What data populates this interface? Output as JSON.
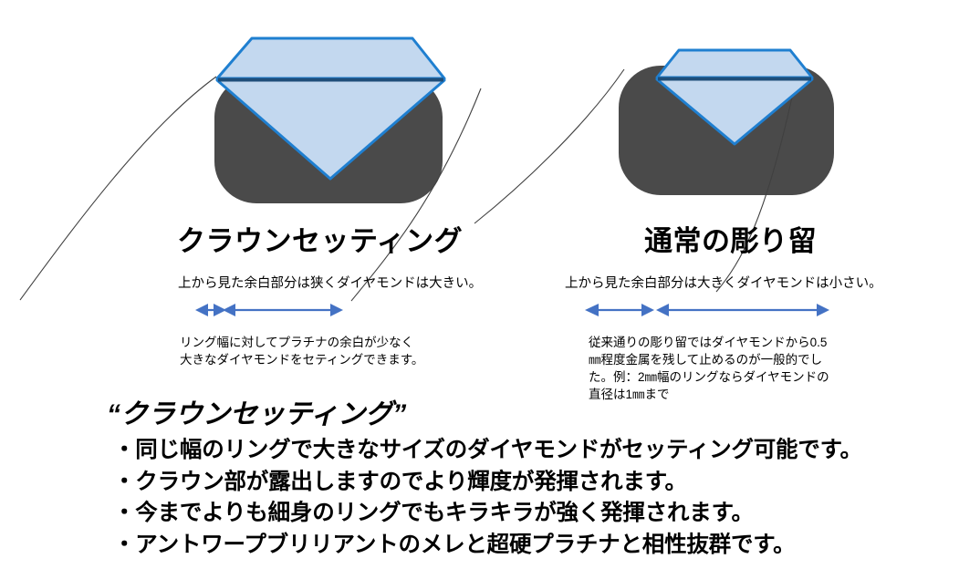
{
  "colors": {
    "diamond_fill": "#c3d8ef",
    "diamond_stroke": "#1f7fd0",
    "girdle_stroke": "#1f4e79",
    "ring_metal": "#4a4a4a",
    "arrow_blue": "#4472c4",
    "leader_line": "#404040",
    "text": "#000000",
    "background": "#ffffff"
  },
  "left_panel": {
    "title": "クラウンセッティング",
    "caption": "上から見た余白部分は狭くダイヤモンドは大きい。",
    "note_lines": [
      "リング幅に対してプラチナの余白が少なく",
      "大きなダイヤモンドをセティングできます。"
    ],
    "diagram": {
      "ring_label": "platinum-ring-band",
      "diamond_label": "diamond-crown-and-pavilion",
      "margin_arrow_label": "narrow-margin-arrow",
      "diamond_width_arrow_label": "large-diamond-width-arrow"
    }
  },
  "right_panel": {
    "title": "通常の彫り留",
    "caption": "上から見た余白部分は大きくダイヤモンドは小さい。",
    "note_lines": [
      "従来通りの彫り留ではダイヤモンドから0.5",
      "㎜程度金属を残して止めるのが一般的でし",
      "た。例：2㎜幅のリングならダイヤモンドの",
      "直径は1㎜まで"
    ],
    "diagram": {
      "ring_label": "platinum-ring-band",
      "diamond_label": "diamond-crown-and-pavilion",
      "margin_arrow_label": "wide-margin-arrow",
      "diamond_width_arrow_label": "small-diamond-width-arrow"
    }
  },
  "summary": {
    "headline": "“クラウンセッティング”",
    "bullets": [
      "・同じ幅のリングで大きなサイズのダイヤモンドがセッティング可能です。",
      "・クラウン部が露出しますのでより輝度が発揮されます。",
      "・今までよりも細身のリングでもキラキラが強く発揮されます。",
      "・アントワープブリリアントのメレと超硬プラチナと相性抜群です。"
    ]
  }
}
